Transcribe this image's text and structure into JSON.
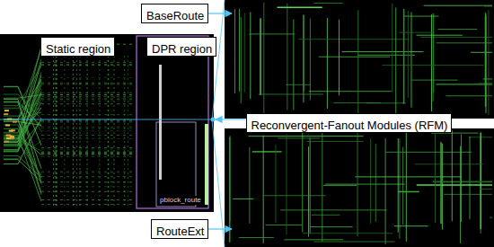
{
  "diagram": {
    "nodes": [
      {
        "text": [
          "BaseRoute"
        ]
      },
      {
        "text": [
          "Static region"
        ]
      },
      {
        "text": [
          "DPR region"
        ]
      },
      {
        "text": [
          "Reconvergent-Fanout Modules (RFM)"
        ]
      },
      {
        "text": [
          "RouteExt"
        ]
      }
    ],
    "labels": [
      "pblock_route"
    ]
  }
}
